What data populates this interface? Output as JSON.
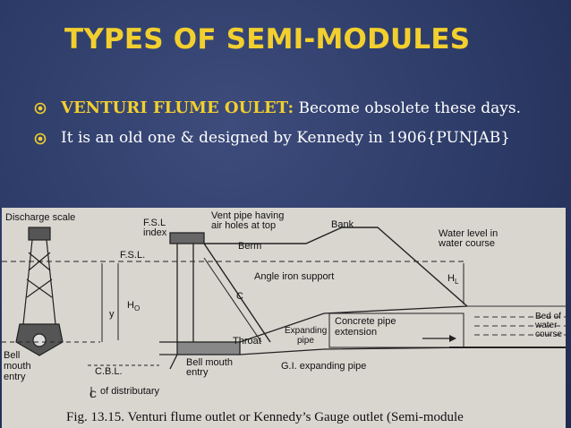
{
  "slide": {
    "title": "TYPES OF SEMI-MODULES",
    "bullets": [
      {
        "strong": "VENTURI FLUME OULET:",
        "text": " Become obsolete these days."
      },
      {
        "strong": "",
        "text": "It is an old one & designed by Kennedy in 1906{PUNJAB}"
      }
    ],
    "bullet_icon": "circled-dot-bullet-icon",
    "colors": {
      "title": "#f2cf2e",
      "background": "#2c3a66",
      "text": "#ffffff",
      "figure_bg": "#d9d6d0"
    }
  },
  "figure": {
    "labels": {
      "discharge_scale": "Discharge scale",
      "fsl_index_1": "F.S.L",
      "fsl_index_2": "index",
      "vent_pipe_1": "Vent pipe having",
      "vent_pipe_2": "air holes at top",
      "bank": "Bank",
      "water_level_1": "Water level in",
      "water_level_2": "water course",
      "fsl": "F.S.L.",
      "berm": "Berm",
      "angle_iron": "Angle iron support",
      "hl": "H",
      "hl_sub": "L",
      "y": "y",
      "ho": "H",
      "ho_sub": "O",
      "c_slope": "C",
      "concrete_1": "Concrete pipe",
      "concrete_2": "extension",
      "bed_of_1": "Bed of",
      "bed_of_2": "water",
      "bed_of_3": "course",
      "throat": "Throat",
      "expanding_1": "Expanding",
      "expanding_2": "pipe",
      "cbl": "C.B.L.",
      "bell_mouth_1": "Bell mouth",
      "bell_mouth_2": "entry",
      "gi_pipe": "G.I. expanding pipe",
      "bell_left_1": "Bell",
      "bell_left_2": "mouth",
      "bell_left_3": "entry",
      "cl_distributary": "of distributary",
      "cl_symbol": "C",
      "caption": "Fig. 13.15. Venturi flume outlet or Kennedy’s Gauge outlet (Semi-module"
    }
  }
}
